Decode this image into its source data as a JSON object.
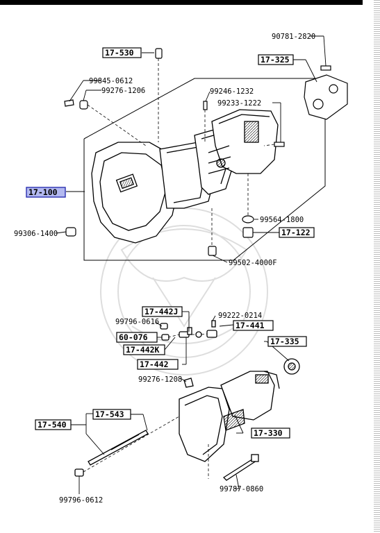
{
  "part_numbers": {
    "p90781_2820": "90781-2820",
    "p99845_0612": "99845-0612",
    "p99276_1206": "99276-1206",
    "p99246_1232": "99246-1232",
    "p99233_1222": "99233-1222",
    "p99564_1800": "99564-1800",
    "p99306_1400": "99306-1400",
    "p99502_4000f": "99502-4000F",
    "p99222_0214": "99222-0214",
    "p99796_0616": "99796-0616",
    "p99276_1208": "99276-1208",
    "p99787_0860": "99787-0860",
    "p99796_0612": "99796-0612"
  },
  "ref_boxes": {
    "r17_530": "17-530",
    "r17_325": "17-325",
    "r17_100": "17-100",
    "r17_122": "17-122",
    "r17_442j": "17-442J",
    "r17_441": "17-441",
    "r60_076": "60-076",
    "r17_442k": "17-442K",
    "r17_442": "17-442",
    "r17_335": "17-335",
    "r17_540": "17-540",
    "r17_543": "17-543",
    "r17_330": "17-330"
  },
  "colors": {
    "line": "#000000",
    "highlight_box": "#b3b9f0",
    "highlight_border": "#2a2fb0",
    "background": "#ffffff"
  }
}
